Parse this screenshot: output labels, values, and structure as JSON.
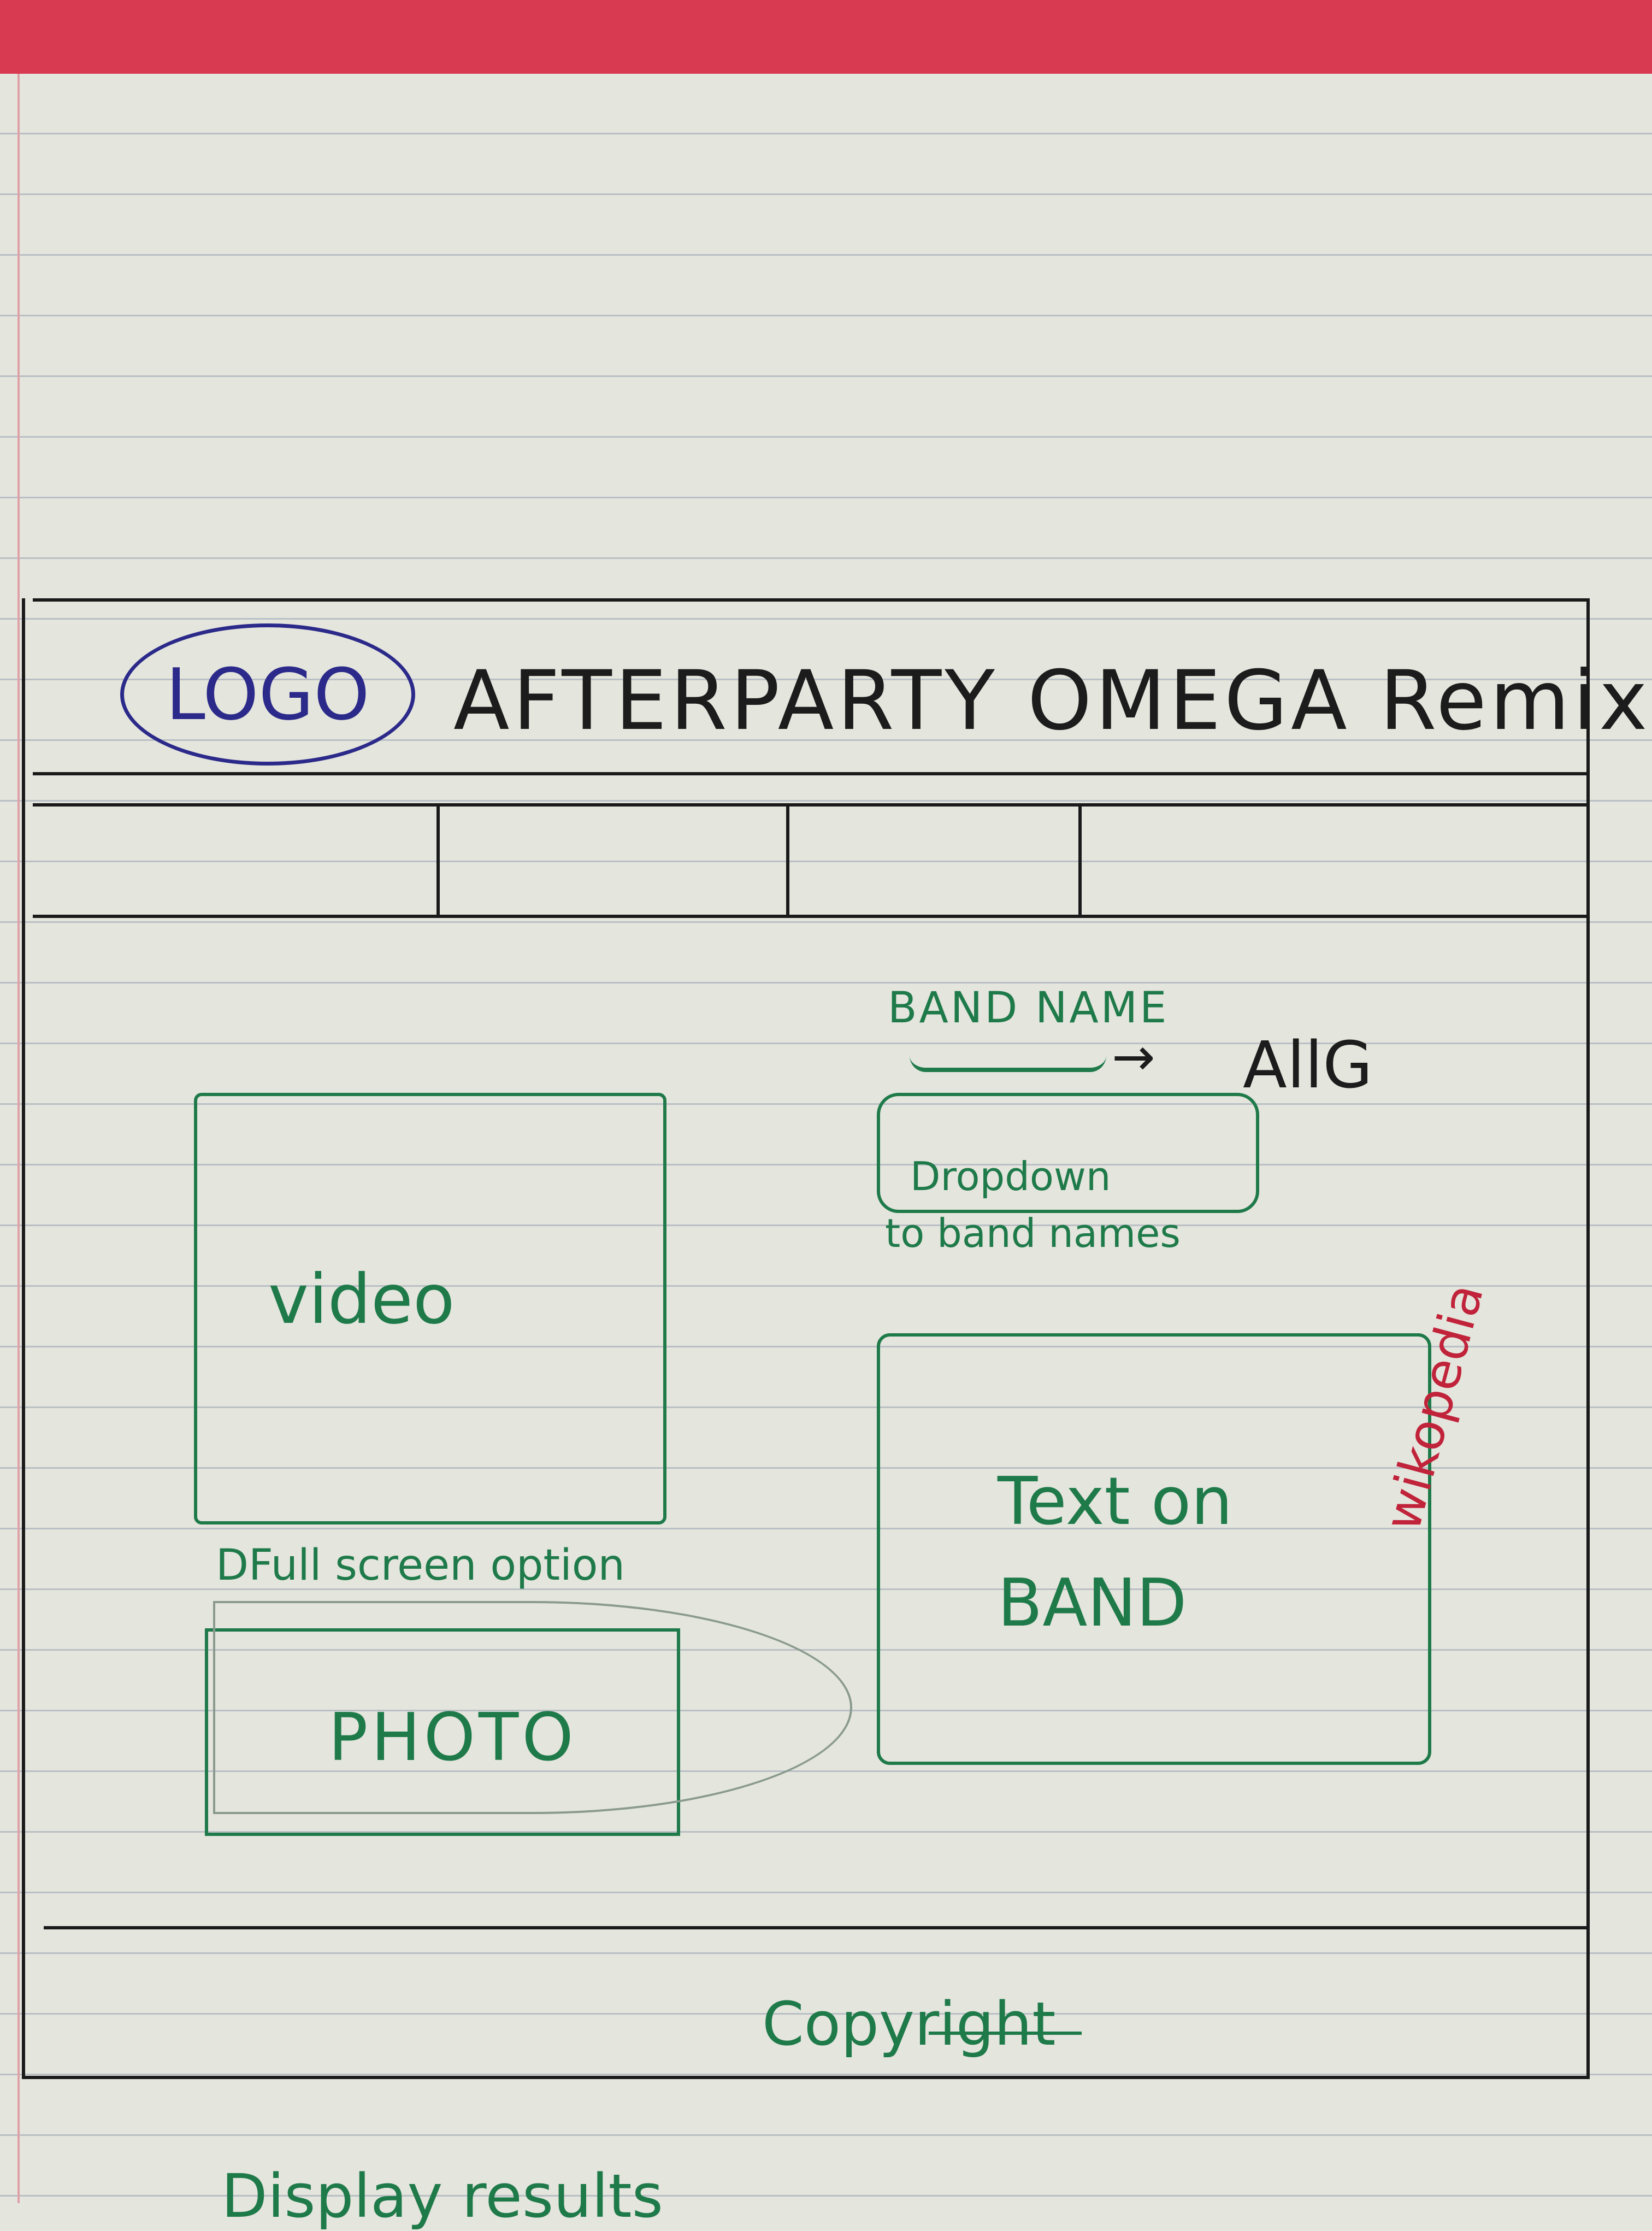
{
  "header": {
    "logo": "LOGO",
    "title": "AFTERPARTY OMEGA Remix"
  },
  "band": {
    "label": "BAND NAME",
    "arrow_target": "AllG",
    "dropdown_text": "Dropdown",
    "dropdown_note": "to band names"
  },
  "media": {
    "video_label": "video",
    "fullscreen_note": "DFull screen option",
    "photo_label": "PHOTO"
  },
  "info": {
    "text_label": "Text on BAND",
    "source_note": "wikopedia"
  },
  "footer": {
    "copyright": "Copyright"
  },
  "page_bottom_note": "Display results",
  "colors": {
    "paper": "#e4e5dd",
    "red_edge": "#d83a52",
    "ink_black": "#1c1c1c",
    "ink_green": "#1f7a4a",
    "ink_blue": "#2b2a8a",
    "ink_red": "#c0233a"
  }
}
